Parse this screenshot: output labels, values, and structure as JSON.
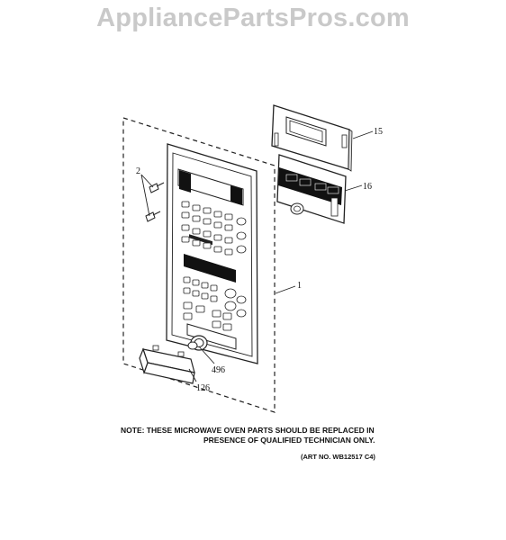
{
  "watermark": "AppliancePartsPros.com",
  "callouts": {
    "c1": "1",
    "c2": "2",
    "c15": "15",
    "c16": "16",
    "c496": "496",
    "c126": "126"
  },
  "note": {
    "line1": "NOTE: THESE MICROWAVE OVEN PARTS SHOULD BE REPLACED IN",
    "line2": "PRESENCE OF QUALIFIED TECHNICIAN ONLY."
  },
  "art_number": "(ART NO. WB12517 C4)"
}
